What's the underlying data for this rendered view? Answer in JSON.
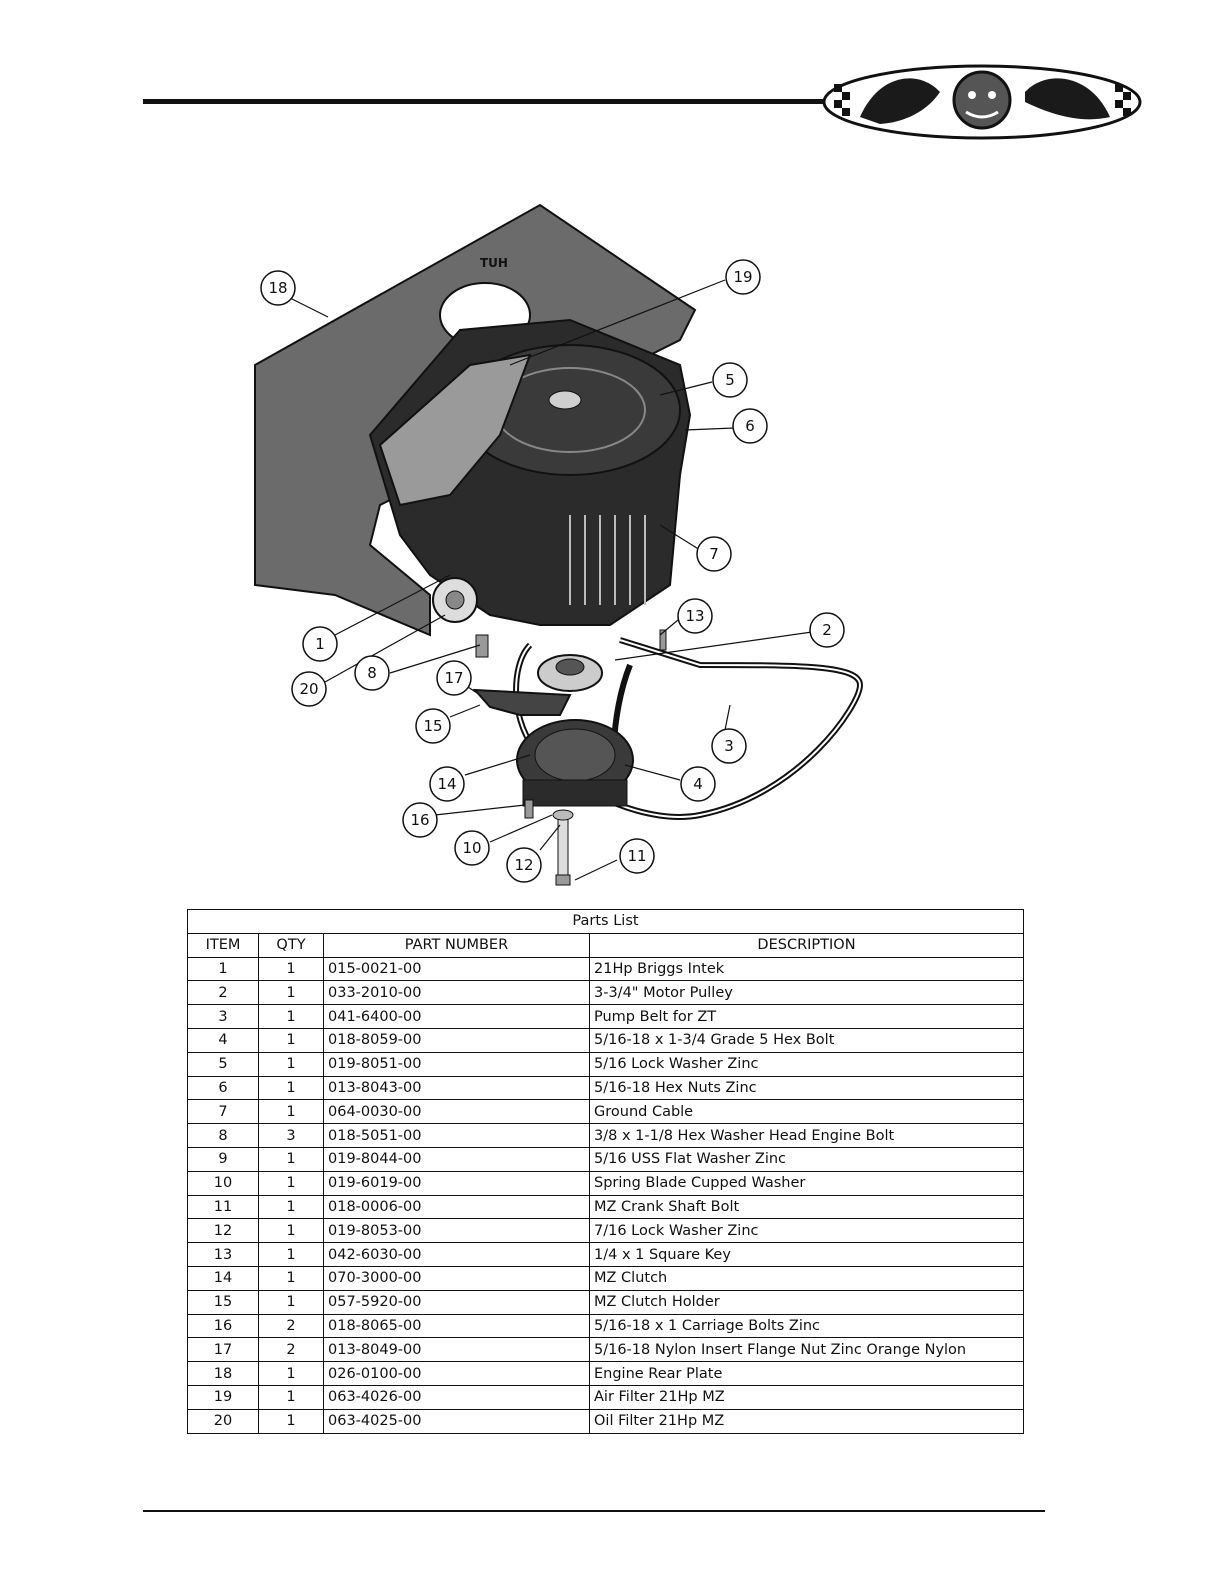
{
  "parts_list": {
    "title": "Parts List",
    "headers": {
      "item": "ITEM",
      "qty": "QTY",
      "part_number": "PART NUMBER",
      "description": "DESCRIPTION"
    },
    "rows": [
      {
        "item": "1",
        "qty": "1",
        "part_number": "015-0021-00",
        "description": "21Hp Briggs Intek"
      },
      {
        "item": "2",
        "qty": "1",
        "part_number": "033-2010-00",
        "description": "3-3/4\" Motor Pulley"
      },
      {
        "item": "3",
        "qty": "1",
        "part_number": "041-6400-00",
        "description": "Pump Belt for ZT"
      },
      {
        "item": "4",
        "qty": "1",
        "part_number": "018-8059-00",
        "description": "5/16-18 x 1-3/4 Grade 5 Hex Bolt"
      },
      {
        "item": "5",
        "qty": "1",
        "part_number": "019-8051-00",
        "description": "5/16 Lock Washer Zinc"
      },
      {
        "item": "6",
        "qty": "1",
        "part_number": "013-8043-00",
        "description": "5/16-18 Hex Nuts Zinc"
      },
      {
        "item": "7",
        "qty": "1",
        "part_number": "064-0030-00",
        "description": "Ground Cable"
      },
      {
        "item": "8",
        "qty": "3",
        "part_number": "018-5051-00",
        "description": "3/8 x 1-1/8 Hex Washer Head Engine Bolt"
      },
      {
        "item": "9",
        "qty": "1",
        "part_number": "019-8044-00",
        "description": "5/16 USS Flat Washer Zinc"
      },
      {
        "item": "10",
        "qty": "1",
        "part_number": "019-6019-00",
        "description": "Spring Blade Cupped Washer"
      },
      {
        "item": "11",
        "qty": "1",
        "part_number": "018-0006-00",
        "description": "MZ Crank Shaft Bolt"
      },
      {
        "item": "12",
        "qty": "1",
        "part_number": "019-8053-00",
        "description": "7/16 Lock Washer Zinc"
      },
      {
        "item": "13",
        "qty": "1",
        "part_number": "042-6030-00",
        "description": "1/4 x 1 Square Key"
      },
      {
        "item": "14",
        "qty": "1",
        "part_number": "070-3000-00",
        "description": "MZ Clutch"
      },
      {
        "item": "15",
        "qty": "1",
        "part_number": "057-5920-00",
        "description": "MZ Clutch Holder"
      },
      {
        "item": "16",
        "qty": "2",
        "part_number": "018-8065-00",
        "description": "5/16-18 x 1 Carriage Bolts Zinc"
      },
      {
        "item": "17",
        "qty": "2",
        "part_number": "013-8049-00",
        "description": "5/16-18 Nylon Insert Flange Nut Zinc Orange Nylon"
      },
      {
        "item": "18",
        "qty": "1",
        "part_number": "026-0100-00",
        "description": "Engine Rear Plate"
      },
      {
        "item": "19",
        "qty": "1",
        "part_number": "063-4026-00",
        "description": "Air Filter 21Hp MZ"
      },
      {
        "item": "20",
        "qty": "1",
        "part_number": "063-4025-00",
        "description": "Oil Filter 21Hp MZ"
      }
    ]
  },
  "diagram": {
    "callouts": [
      "18",
      "19",
      "5",
      "6",
      "7",
      "13",
      "2",
      "1",
      "20",
      "8",
      "17",
      "15",
      "3",
      "14",
      "4",
      "16",
      "10",
      "12",
      "11"
    ],
    "plate_marking": "TUH"
  },
  "logo": {
    "icon": "bulldog-logo-icon"
  },
  "colors": {
    "ink": "#111111",
    "plate": "#6b6b6b",
    "engine": "#2b2b2b"
  }
}
